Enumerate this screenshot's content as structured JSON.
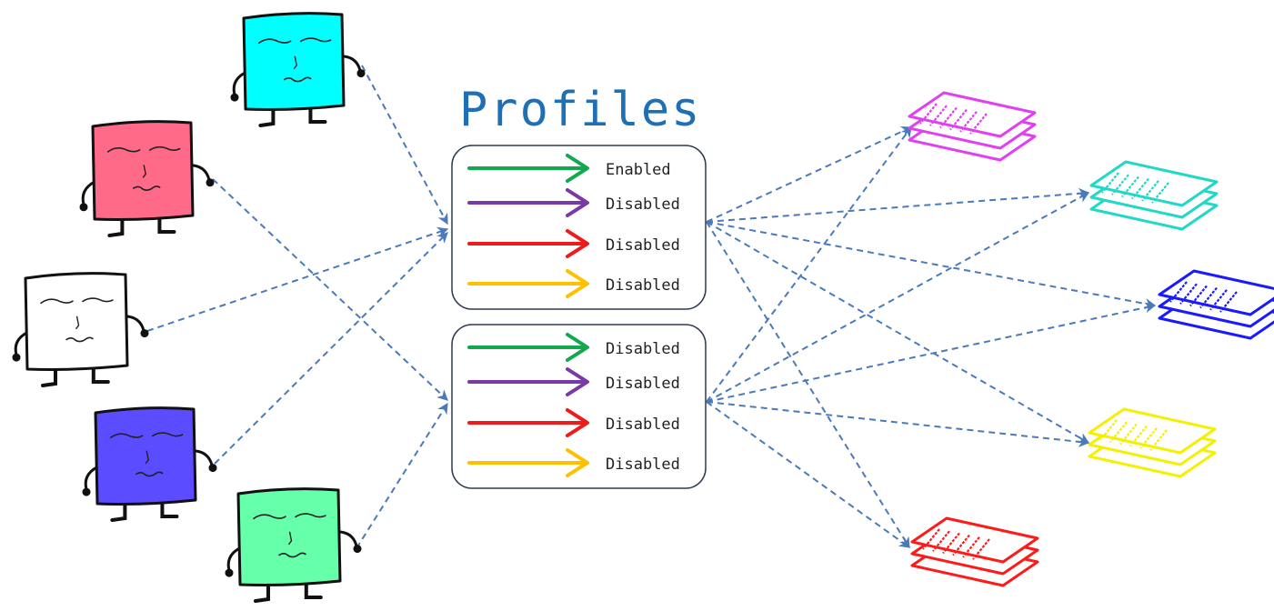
{
  "title": "Profiles",
  "colors": {
    "title": "#1f6fb5",
    "connector": "#4a7ab8",
    "box_border": "#2d3a50"
  },
  "profiles": [
    {
      "rows": [
        {
          "arrow_color": "#12a94e",
          "status": "Enabled"
        },
        {
          "arrow_color": "#7a3aa6",
          "status": "Disabled"
        },
        {
          "arrow_color": "#f01a1a",
          "status": "Disabled"
        },
        {
          "arrow_color": "#ffc000",
          "status": "Disabled"
        }
      ]
    },
    {
      "rows": [
        {
          "arrow_color": "#12a94e",
          "status": "Disabled"
        },
        {
          "arrow_color": "#7a3aa6",
          "status": "Disabled"
        },
        {
          "arrow_color": "#f01a1a",
          "status": "Disabled"
        },
        {
          "arrow_color": "#ffc000",
          "status": "Disabled"
        }
      ]
    }
  ],
  "characters": [
    {
      "icon": "cyan-character-icon",
      "color": "#00ffff"
    },
    {
      "icon": "pink-character-icon",
      "color": "#ff6a88"
    },
    {
      "icon": "white-character-icon",
      "color": "#ffffff"
    },
    {
      "icon": "blue-character-icon",
      "color": "#5b4cff"
    },
    {
      "icon": "green-character-icon",
      "color": "#66ffaa"
    }
  ],
  "documents": [
    {
      "icon": "magenta-document-stack-icon",
      "color": "#e040f0"
    },
    {
      "icon": "teal-document-stack-icon",
      "color": "#20d8c8"
    },
    {
      "icon": "blue-document-stack-icon",
      "color": "#1a1aff"
    },
    {
      "icon": "yellow-document-stack-icon",
      "color": "#f5f000"
    },
    {
      "icon": "red-document-stack-icon",
      "color": "#ff1a1a"
    }
  ]
}
